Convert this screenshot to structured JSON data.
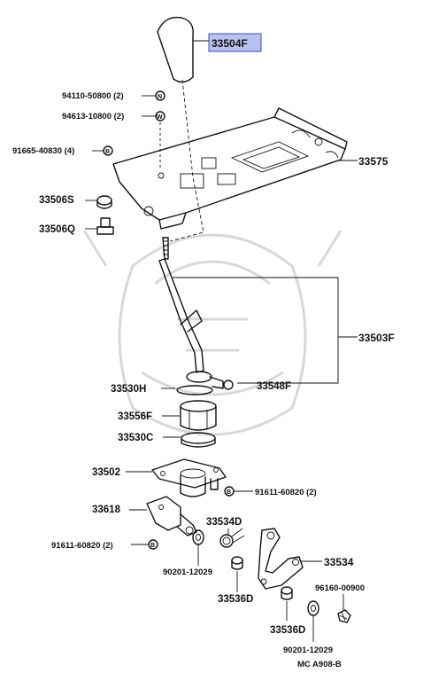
{
  "callouts": {
    "knob": "33504F",
    "nut_94110": "94110-50800 (2)",
    "washer_94613": "94613-10800 (2)",
    "bolt_91665": "91665-40830 (4)",
    "plate": "33575",
    "p33506s": "33506S",
    "p33506q": "33506Q",
    "lever": "33503F",
    "p33530h": "33530H",
    "p33548f": "33548F",
    "p33556f": "33556F",
    "p33530c": "33530C",
    "p33502": "33502",
    "bolt_91611_a": "91611-60820 (2)",
    "p33618": "33618",
    "p33534d": "33534D",
    "bolt_91611_b": "91611-60820 (2)",
    "p33534": "33534",
    "washer_90201_a": "90201-12029",
    "p33536d_a": "33536D",
    "p96160": "96160-00900",
    "p33536d_b": "33536D",
    "washer_90201_b": "90201-12029",
    "diagram_code": "MC  A908-B"
  },
  "markers": {
    "n": "N",
    "w": "W",
    "b": "B"
  },
  "colors": {
    "highlight_fill": "#b8c2ee",
    "highlight_border": "#3b4cc0",
    "ink": "#111111",
    "watermark": "#d8d8d8"
  }
}
